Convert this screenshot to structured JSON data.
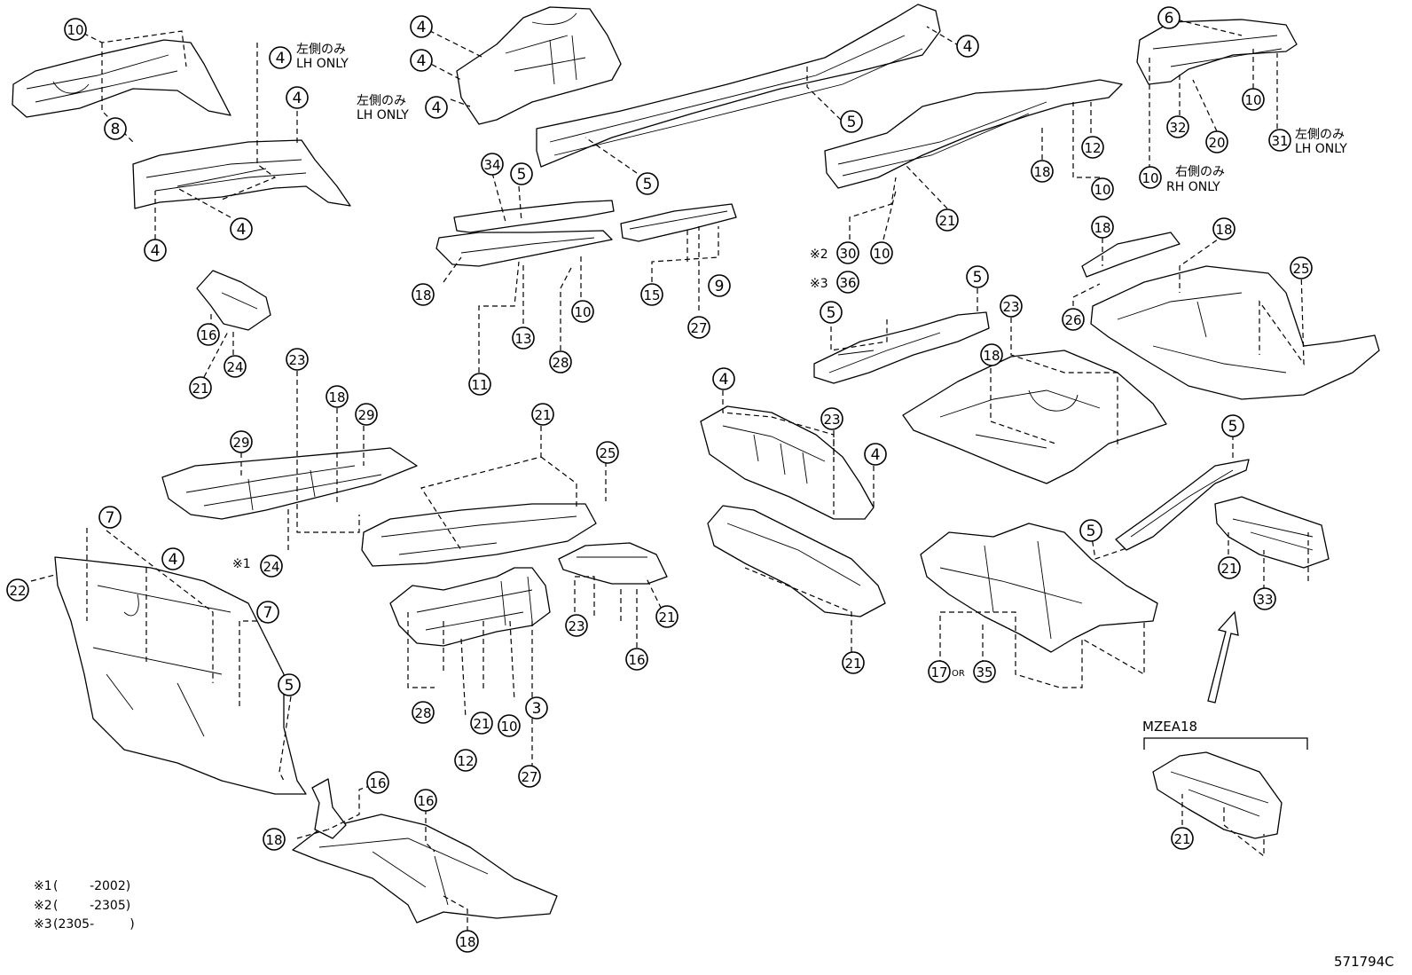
{
  "lh_only_jp": "左側のみ",
  "lh_only_en": "LH ONLY",
  "rh_only_jp": "右側のみ",
  "rh_only_en": "RH ONLY",
  "or_label": "OR",
  "model_label": "MZEA18",
  "reference_code": "571794C",
  "footnotes": [
    {
      "mark": "※1",
      "range": "(        -2002)"
    },
    {
      "mark": "※2",
      "range": "(        -2305)"
    },
    {
      "mark": "※3",
      "range": "(2305-         )"
    }
  ],
  "callouts": [
    {
      "n": "10"
    },
    {
      "n": "4"
    },
    {
      "n": "8"
    },
    {
      "n": "4"
    },
    {
      "n": "4"
    },
    {
      "n": "4"
    },
    {
      "n": "4"
    },
    {
      "n": "4"
    },
    {
      "n": "4"
    },
    {
      "n": "4"
    },
    {
      "n": "5"
    },
    {
      "n": "5"
    },
    {
      "n": "6"
    },
    {
      "n": "32"
    },
    {
      "n": "20"
    },
    {
      "n": "10"
    },
    {
      "n": "31"
    },
    {
      "n": "10"
    },
    {
      "n": "18"
    },
    {
      "n": "12"
    },
    {
      "n": "10"
    },
    {
      "n": "21"
    },
    {
      "n": "30"
    },
    {
      "n": "10"
    },
    {
      "n": "36"
    },
    {
      "n": "34"
    },
    {
      "n": "5"
    },
    {
      "n": "18"
    },
    {
      "n": "13"
    },
    {
      "n": "10"
    },
    {
      "n": "28"
    },
    {
      "n": "11"
    },
    {
      "n": "15"
    },
    {
      "n": "9"
    },
    {
      "n": "27"
    },
    {
      "n": "16"
    },
    {
      "n": "24"
    },
    {
      "n": "21"
    },
    {
      "n": "23"
    },
    {
      "n": "18"
    },
    {
      "n": "29"
    },
    {
      "n": "29"
    },
    {
      "n": "24"
    },
    {
      "n": "7"
    },
    {
      "n": "4"
    },
    {
      "n": "22"
    },
    {
      "n": "7"
    },
    {
      "n": "5"
    },
    {
      "n": "21"
    },
    {
      "n": "25"
    },
    {
      "n": "23"
    },
    {
      "n": "21"
    },
    {
      "n": "16"
    },
    {
      "n": "28"
    },
    {
      "n": "21"
    },
    {
      "n": "10"
    },
    {
      "n": "3"
    },
    {
      "n": "12"
    },
    {
      "n": "27"
    },
    {
      "n": "4"
    },
    {
      "n": "23"
    },
    {
      "n": "4"
    },
    {
      "n": "21"
    },
    {
      "n": "5"
    },
    {
      "n": "5"
    },
    {
      "n": "23"
    },
    {
      "n": "18"
    },
    {
      "n": "18"
    },
    {
      "n": "18"
    },
    {
      "n": "26"
    },
    {
      "n": "25"
    },
    {
      "n": "5"
    },
    {
      "n": "5"
    },
    {
      "n": "21"
    },
    {
      "n": "33"
    },
    {
      "n": "17"
    },
    {
      "n": "35"
    },
    {
      "n": "21"
    },
    {
      "n": "16"
    },
    {
      "n": "16"
    },
    {
      "n": "18"
    },
    {
      "n": "18"
    }
  ]
}
